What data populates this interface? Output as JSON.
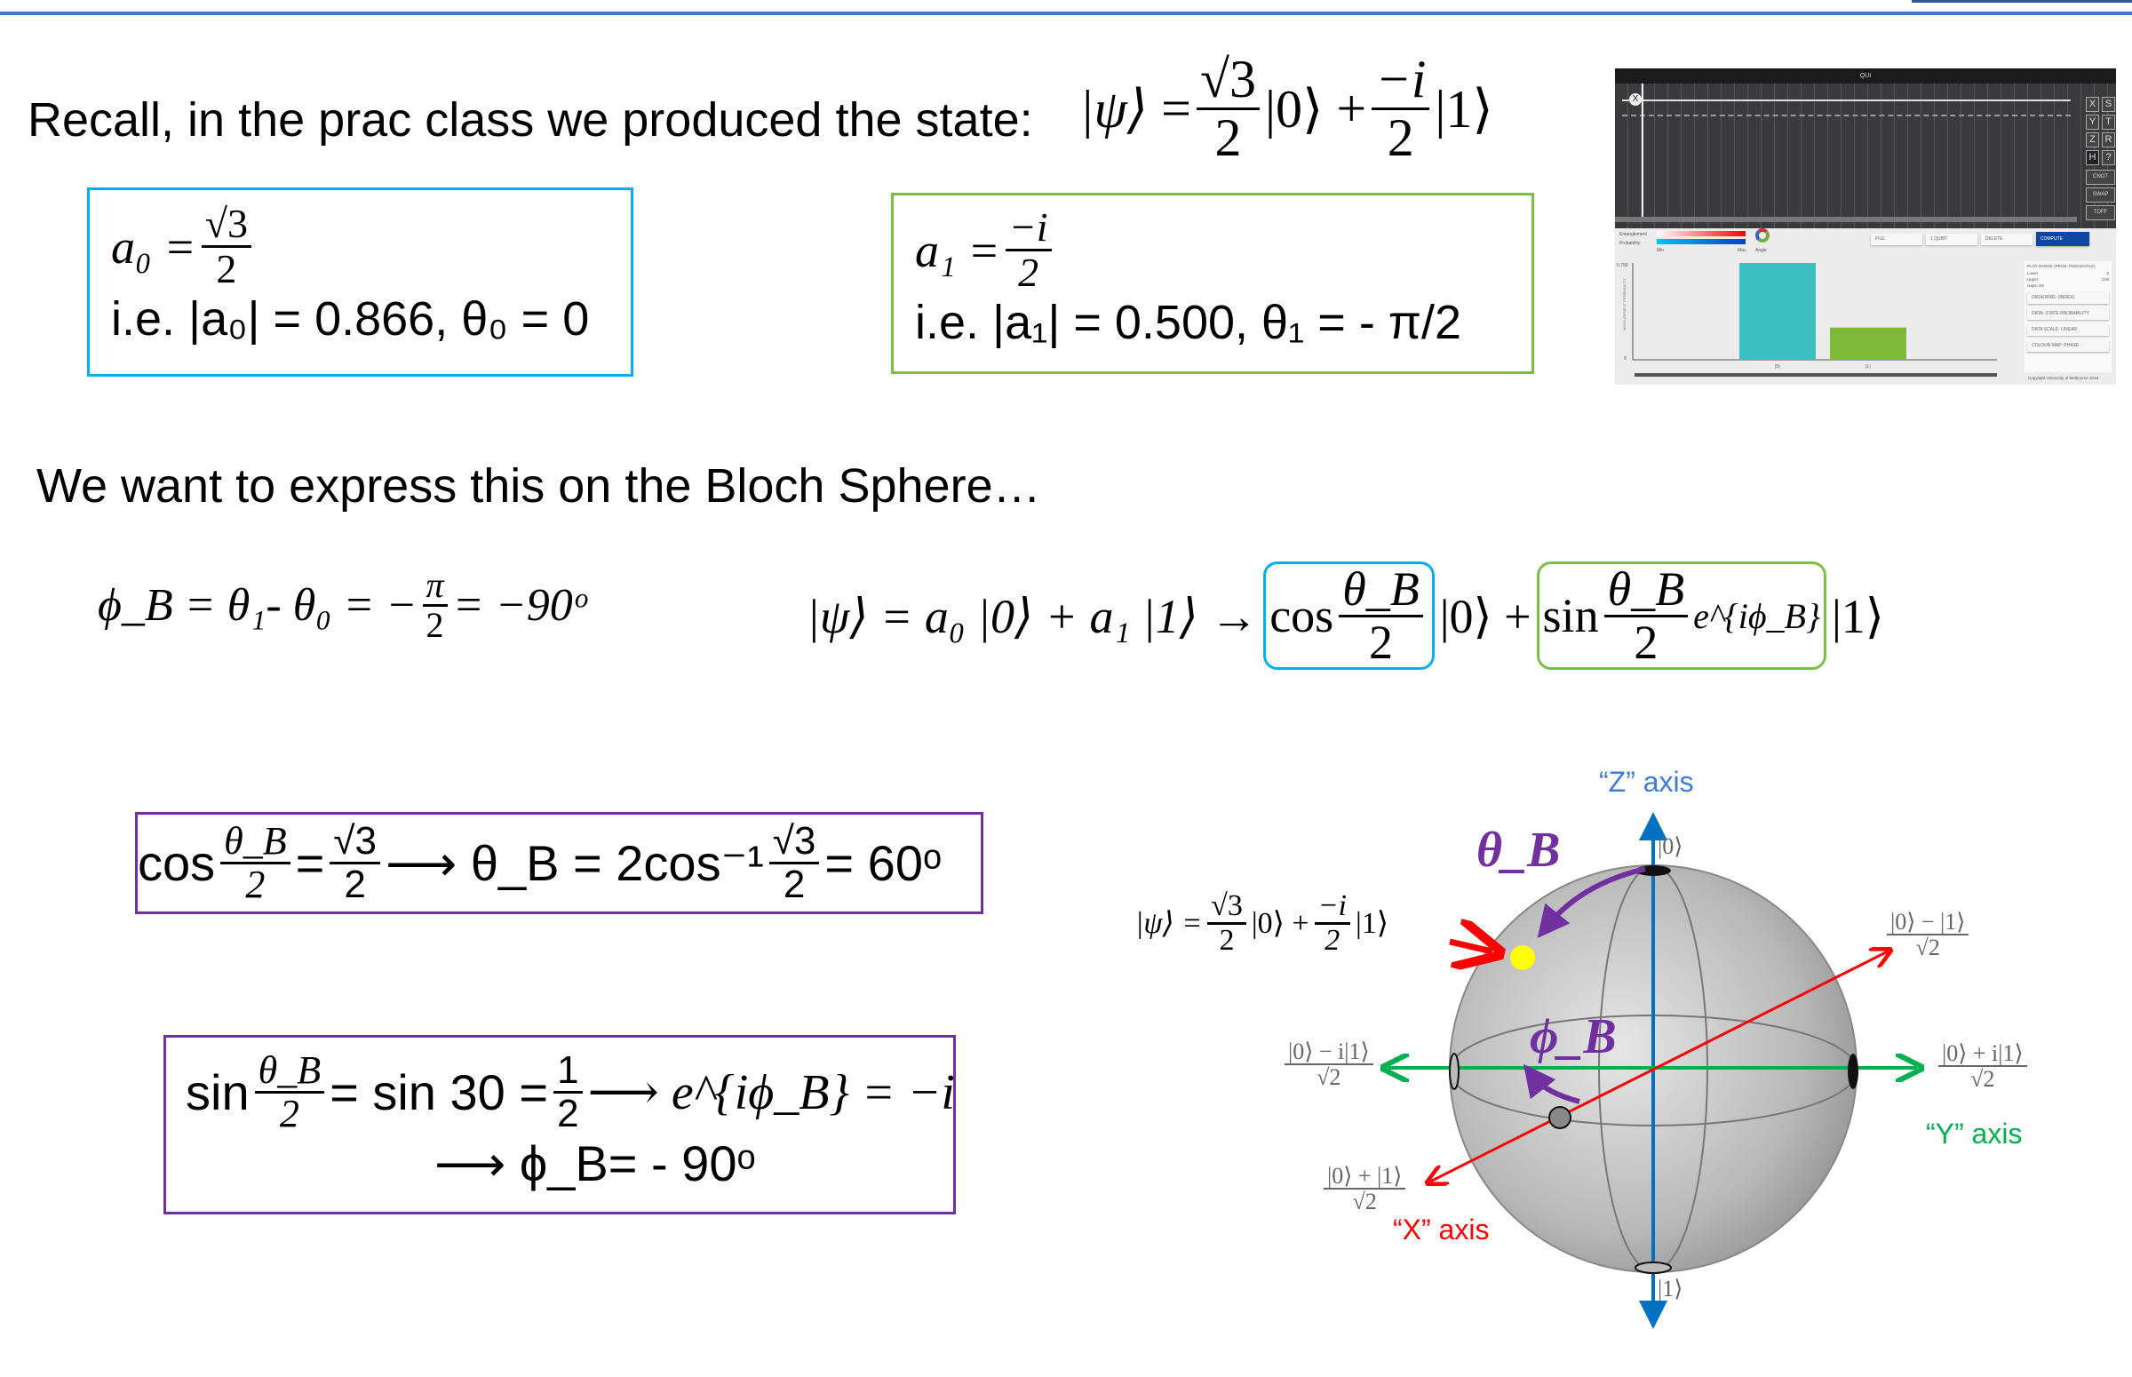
{
  "intro": "Recall, in the prac class we produced the state:",
  "state": {
    "lhs": "|ψ⟩",
    "eq": "=",
    "c0_num": "√3",
    "c0_den": "2",
    "ket0": "|0⟩",
    "plus": "+",
    "c1_num": "−i",
    "c1_den": "2",
    "ket1": "|1⟩"
  },
  "a0_box": {
    "lhs": "a₀ =",
    "num": "√3",
    "den": "2",
    "line2": "i.e. |a₀| = 0.866, θ₀ = 0",
    "color": "#00b0f0"
  },
  "a1_box": {
    "lhs": "a₁ =",
    "num": "−i",
    "den": "2",
    "line2": "i.e. |a₁| = 0.500, θ₁ = - π/2",
    "color": "#7ac143"
  },
  "bloch_intro": "We want to express this on the Bloch Sphere…",
  "phi_eq": {
    "lhs": "ϕ_B = θ₁- θ₀ = −",
    "num": "π",
    "den": "2",
    "rhs": "= −90ᵒ"
  },
  "mapping": {
    "lhs": "|ψ⟩ = a₀ |0⟩ + a₁ |1⟩ →",
    "cos": "cos",
    "theta_num": "θ_B",
    "two": "2",
    "ket0": "|0⟩ +",
    "sin": "sin",
    "exp": "e^{iϕ_B}",
    "ket1": "|1⟩"
  },
  "theta_box": {
    "cos": "cos",
    "tnum": "θ_B",
    "tden": "2",
    "eq1": "=",
    "num": "√3",
    "den": "2",
    "arrow": "⟶ θ_B = 2cos⁻¹",
    "num2": "√3",
    "den2": "2",
    "res": "= 60ᵒ",
    "color": "#7030a0"
  },
  "phi_box": {
    "sin": "sin",
    "tnum": "θ_B",
    "tden": "2",
    "mid": "= sin 30 =",
    "hnum": "1",
    "hden": "2",
    "arrow": "⟶ e^{iϕ_B} = −i",
    "line2": "⟶ ϕ_B= - 90ᵒ",
    "color": "#7030a0"
  },
  "bloch": {
    "z_label": "“Z” axis",
    "y_label": "“Y” axis",
    "x_label": "“X” axis",
    "theta": "θ_B",
    "phi": "ϕ_B",
    "ket0": "|0⟩",
    "ket1": "|1⟩",
    "minus_num": "|0⟩ − |1⟩",
    "plus_num": "|0⟩ + |1⟩",
    "minus_i_num": "|0⟩ − i|1⟩",
    "plus_i_num": "|0⟩ + i|1⟩",
    "den": "√2",
    "psi": {
      "lhs": "|ψ⟩ =",
      "c0_num": "√3",
      "c0_den": "2",
      "mid": "|0⟩ +",
      "c1_num": "−i",
      "c1_den": "2",
      "ket1": "|1⟩"
    },
    "colors": {
      "z": "#0070c0",
      "y": "#00b050",
      "x": "#ff0000",
      "arcs": "#7030a0",
      "state": "#ffff00"
    }
  },
  "simulator": {
    "title": "QUI",
    "gates": [
      "X",
      "S",
      "Y",
      "T",
      "Z",
      "R",
      "H",
      "?"
    ],
    "multi_gates": [
      "CNOT",
      "SWAP",
      "TOFF"
    ],
    "legend": {
      "ent": "Entanglement",
      "prob": "Probability",
      "min": "Min",
      "max": "Max",
      "angle": "Angle"
    },
    "buttons": {
      "file": "FILE",
      "qubit": "1 QUBIT",
      "delete": "DELETE",
      "compute": "COMPUTE"
    },
    "chart_data": {
      "type": "bar",
      "categories": [
        "|0⟩",
        "|1⟩"
      ],
      "values": [
        0.75,
        0.25
      ],
      "ylabel": "MEASUREMENT PROBABILITY",
      "ylim": [
        0,
        0.75
      ],
      "yticks": [
        "0.750",
        "0"
      ]
    },
    "panel": {
      "title": "PLOT RANGE (PROB. PERCENTILE)",
      "lower": "Lower",
      "lower_val": "0",
      "upper": "Upper",
      "upper_val": "100",
      "gaps": "Gaps: On",
      "dropdowns": [
        "ORDERING: (INDEX)",
        "DATA: STATE PROBABILITY",
        "DATA SCALE: LINEAR",
        "COLOUR MAP: PHASE"
      ]
    },
    "copyright": "Copyright University of Melbourne 2018"
  }
}
